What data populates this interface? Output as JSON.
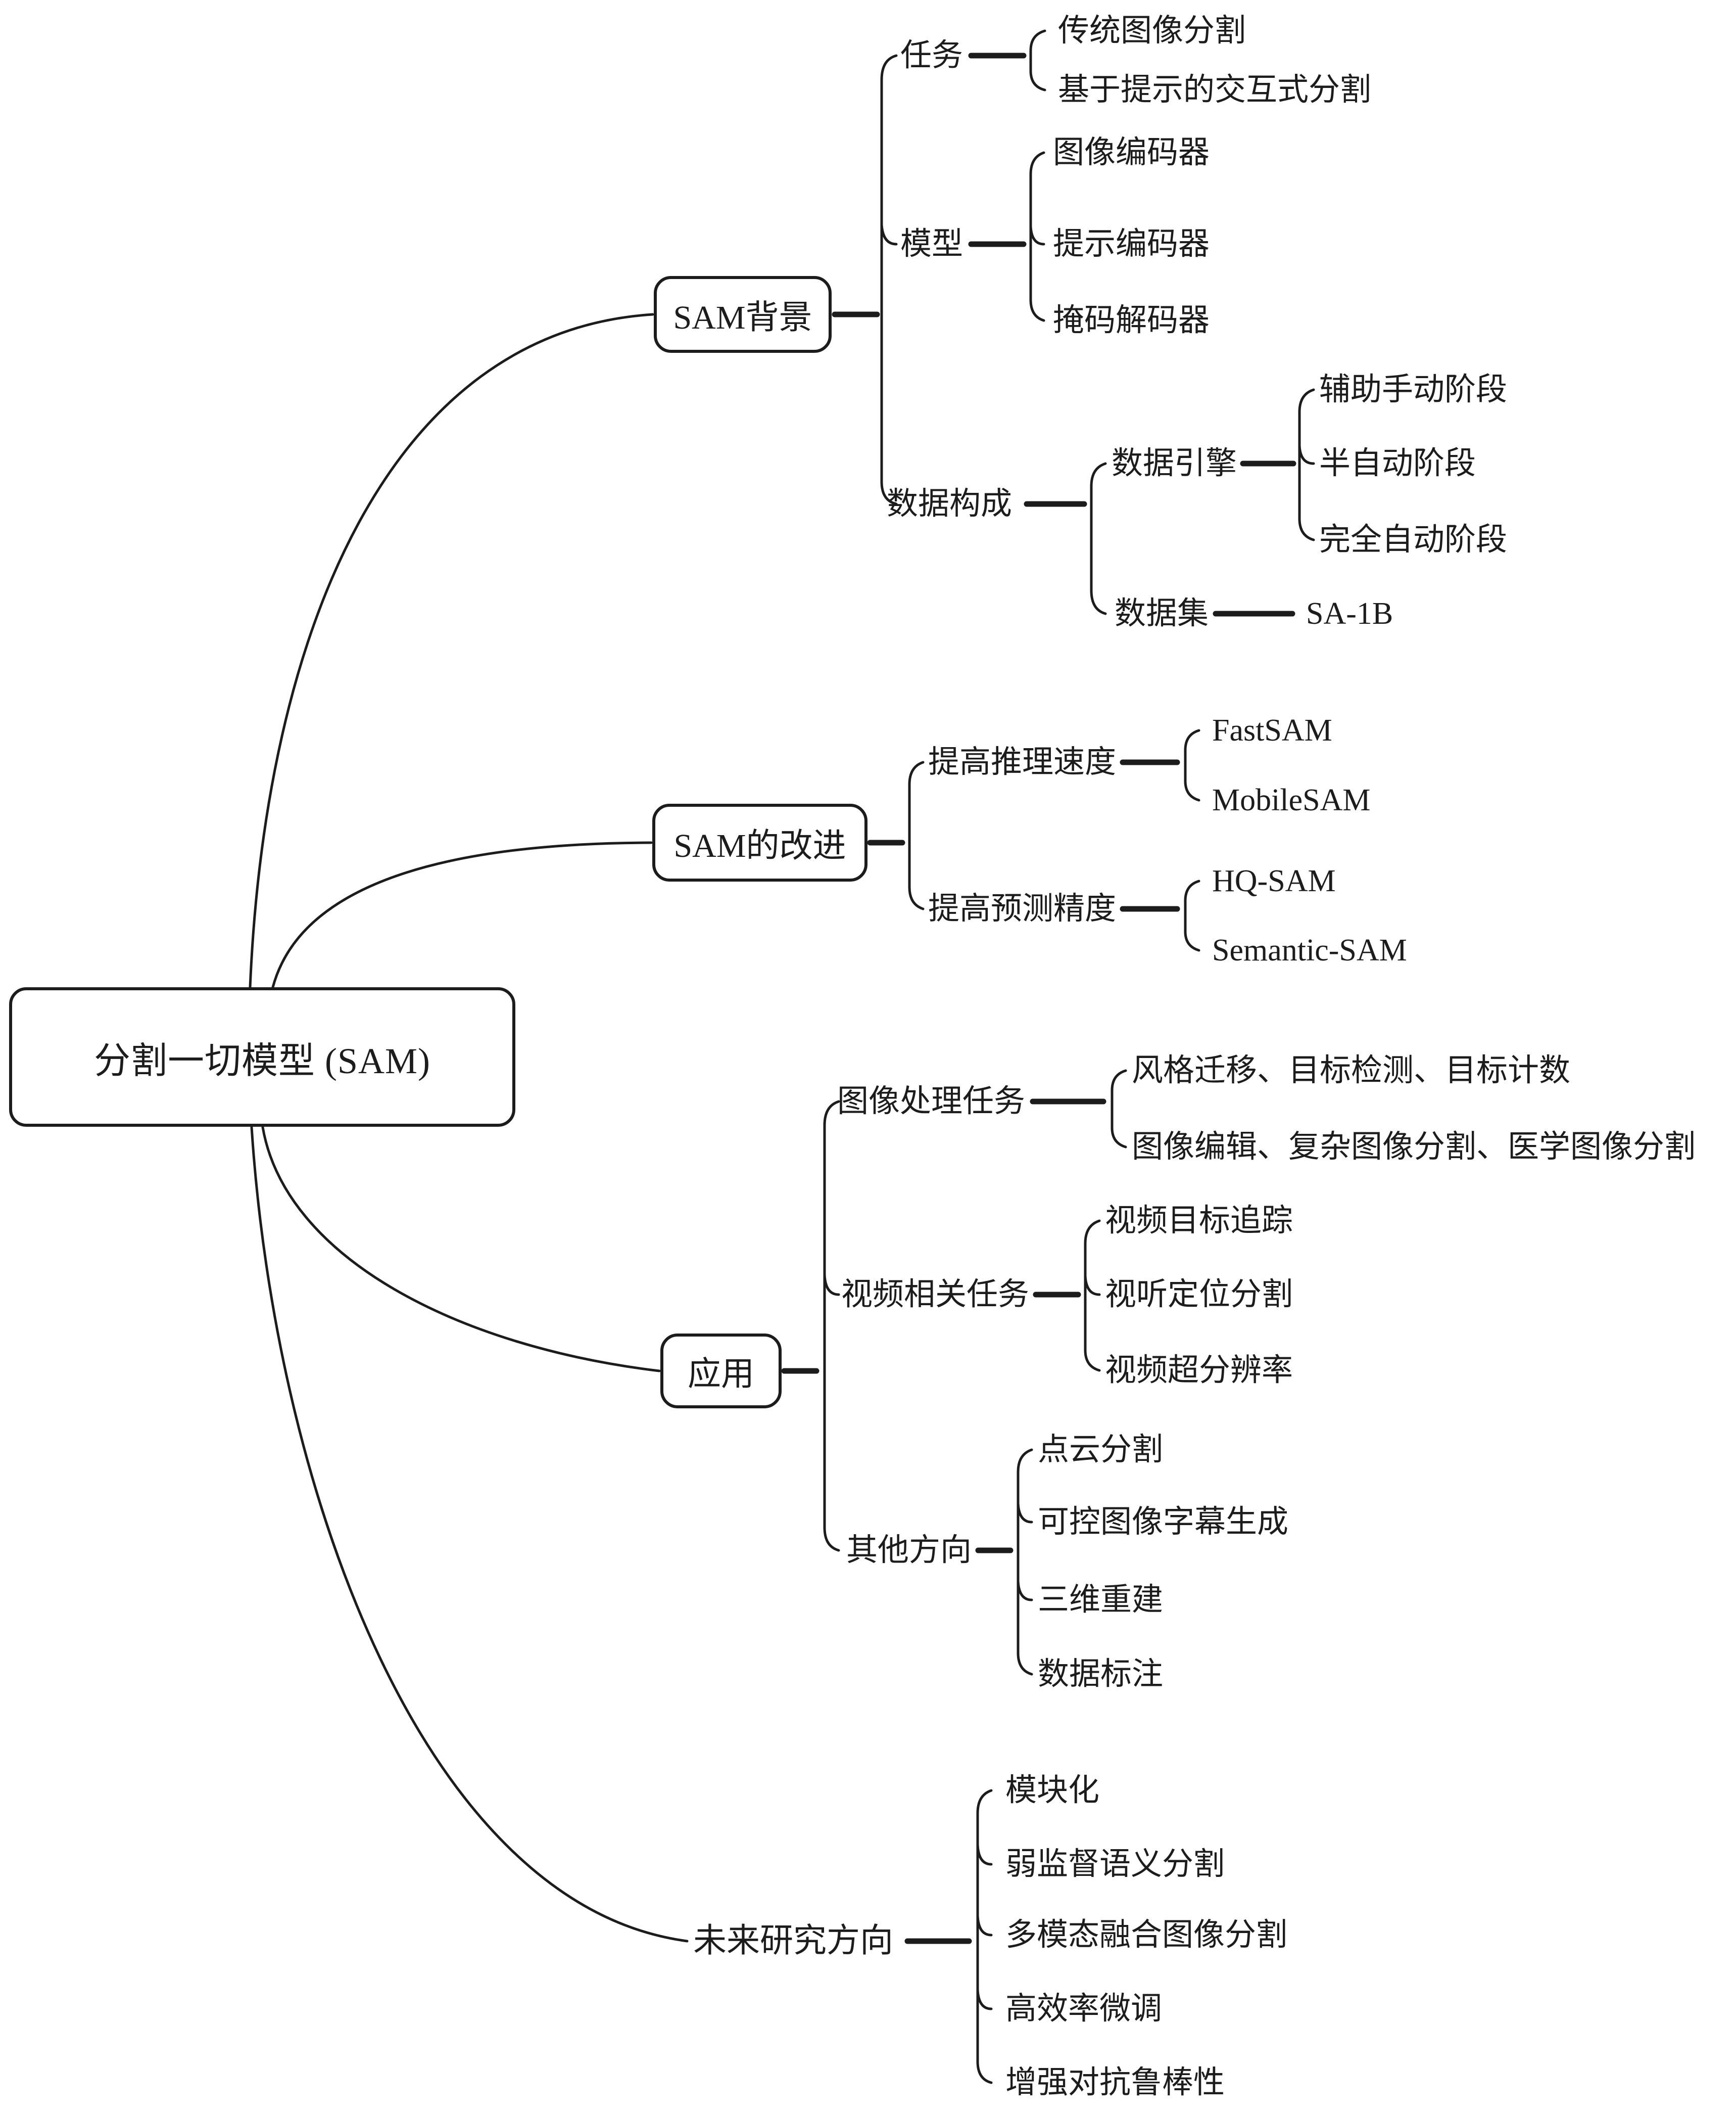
{
  "meta": {
    "ink": "#1c1c1c",
    "background": "#ffffff"
  },
  "root": {
    "label": "分割一切模型 (SAM)"
  },
  "branches": [
    {
      "label": "SAM背景",
      "children": [
        {
          "label": "任务",
          "children": [
            {
              "label": "传统图像分割"
            },
            {
              "label": "基于提示的交互式分割"
            }
          ]
        },
        {
          "label": "模型",
          "children": [
            {
              "label": "图像编码器"
            },
            {
              "label": "提示编码器"
            },
            {
              "label": "掩码解码器"
            }
          ]
        },
        {
          "label": "数据构成",
          "children": [
            {
              "label": "数据引擎",
              "children": [
                {
                  "label": "辅助手动阶段"
                },
                {
                  "label": "半自动阶段"
                },
                {
                  "label": "完全自动阶段"
                }
              ]
            },
            {
              "label": "数据集",
              "children": [
                {
                  "label": "SA-1B"
                }
              ]
            }
          ]
        }
      ]
    },
    {
      "label": "SAM的改进",
      "children": [
        {
          "label": "提高推理速度",
          "children": [
            {
              "label": "FastSAM"
            },
            {
              "label": "MobileSAM"
            }
          ]
        },
        {
          "label": "提高预测精度",
          "children": [
            {
              "label": "HQ-SAM"
            },
            {
              "label": "Semantic-SAM"
            }
          ]
        }
      ]
    },
    {
      "label": "应用",
      "children": [
        {
          "label": "图像处理任务",
          "children": [
            {
              "label": "风格迁移、目标检测、目标计数"
            },
            {
              "label": "图像编辑、复杂图像分割、医学图像分割"
            }
          ]
        },
        {
          "label": "视频相关任务",
          "children": [
            {
              "label": "视频目标追踪"
            },
            {
              "label": "视听定位分割"
            },
            {
              "label": "视频超分辨率"
            }
          ]
        },
        {
          "label": "其他方向",
          "children": [
            {
              "label": "点云分割"
            },
            {
              "label": "可控图像字幕生成"
            },
            {
              "label": "三维重建"
            },
            {
              "label": "数据标注"
            }
          ]
        }
      ]
    },
    {
      "label": "未来研究方向",
      "children": [
        {
          "label": "模块化"
        },
        {
          "label": "弱监督语义分割"
        },
        {
          "label": "多模态融合图像分割"
        },
        {
          "label": "高效率微调"
        },
        {
          "label": "增强对抗鲁棒性"
        }
      ]
    }
  ]
}
